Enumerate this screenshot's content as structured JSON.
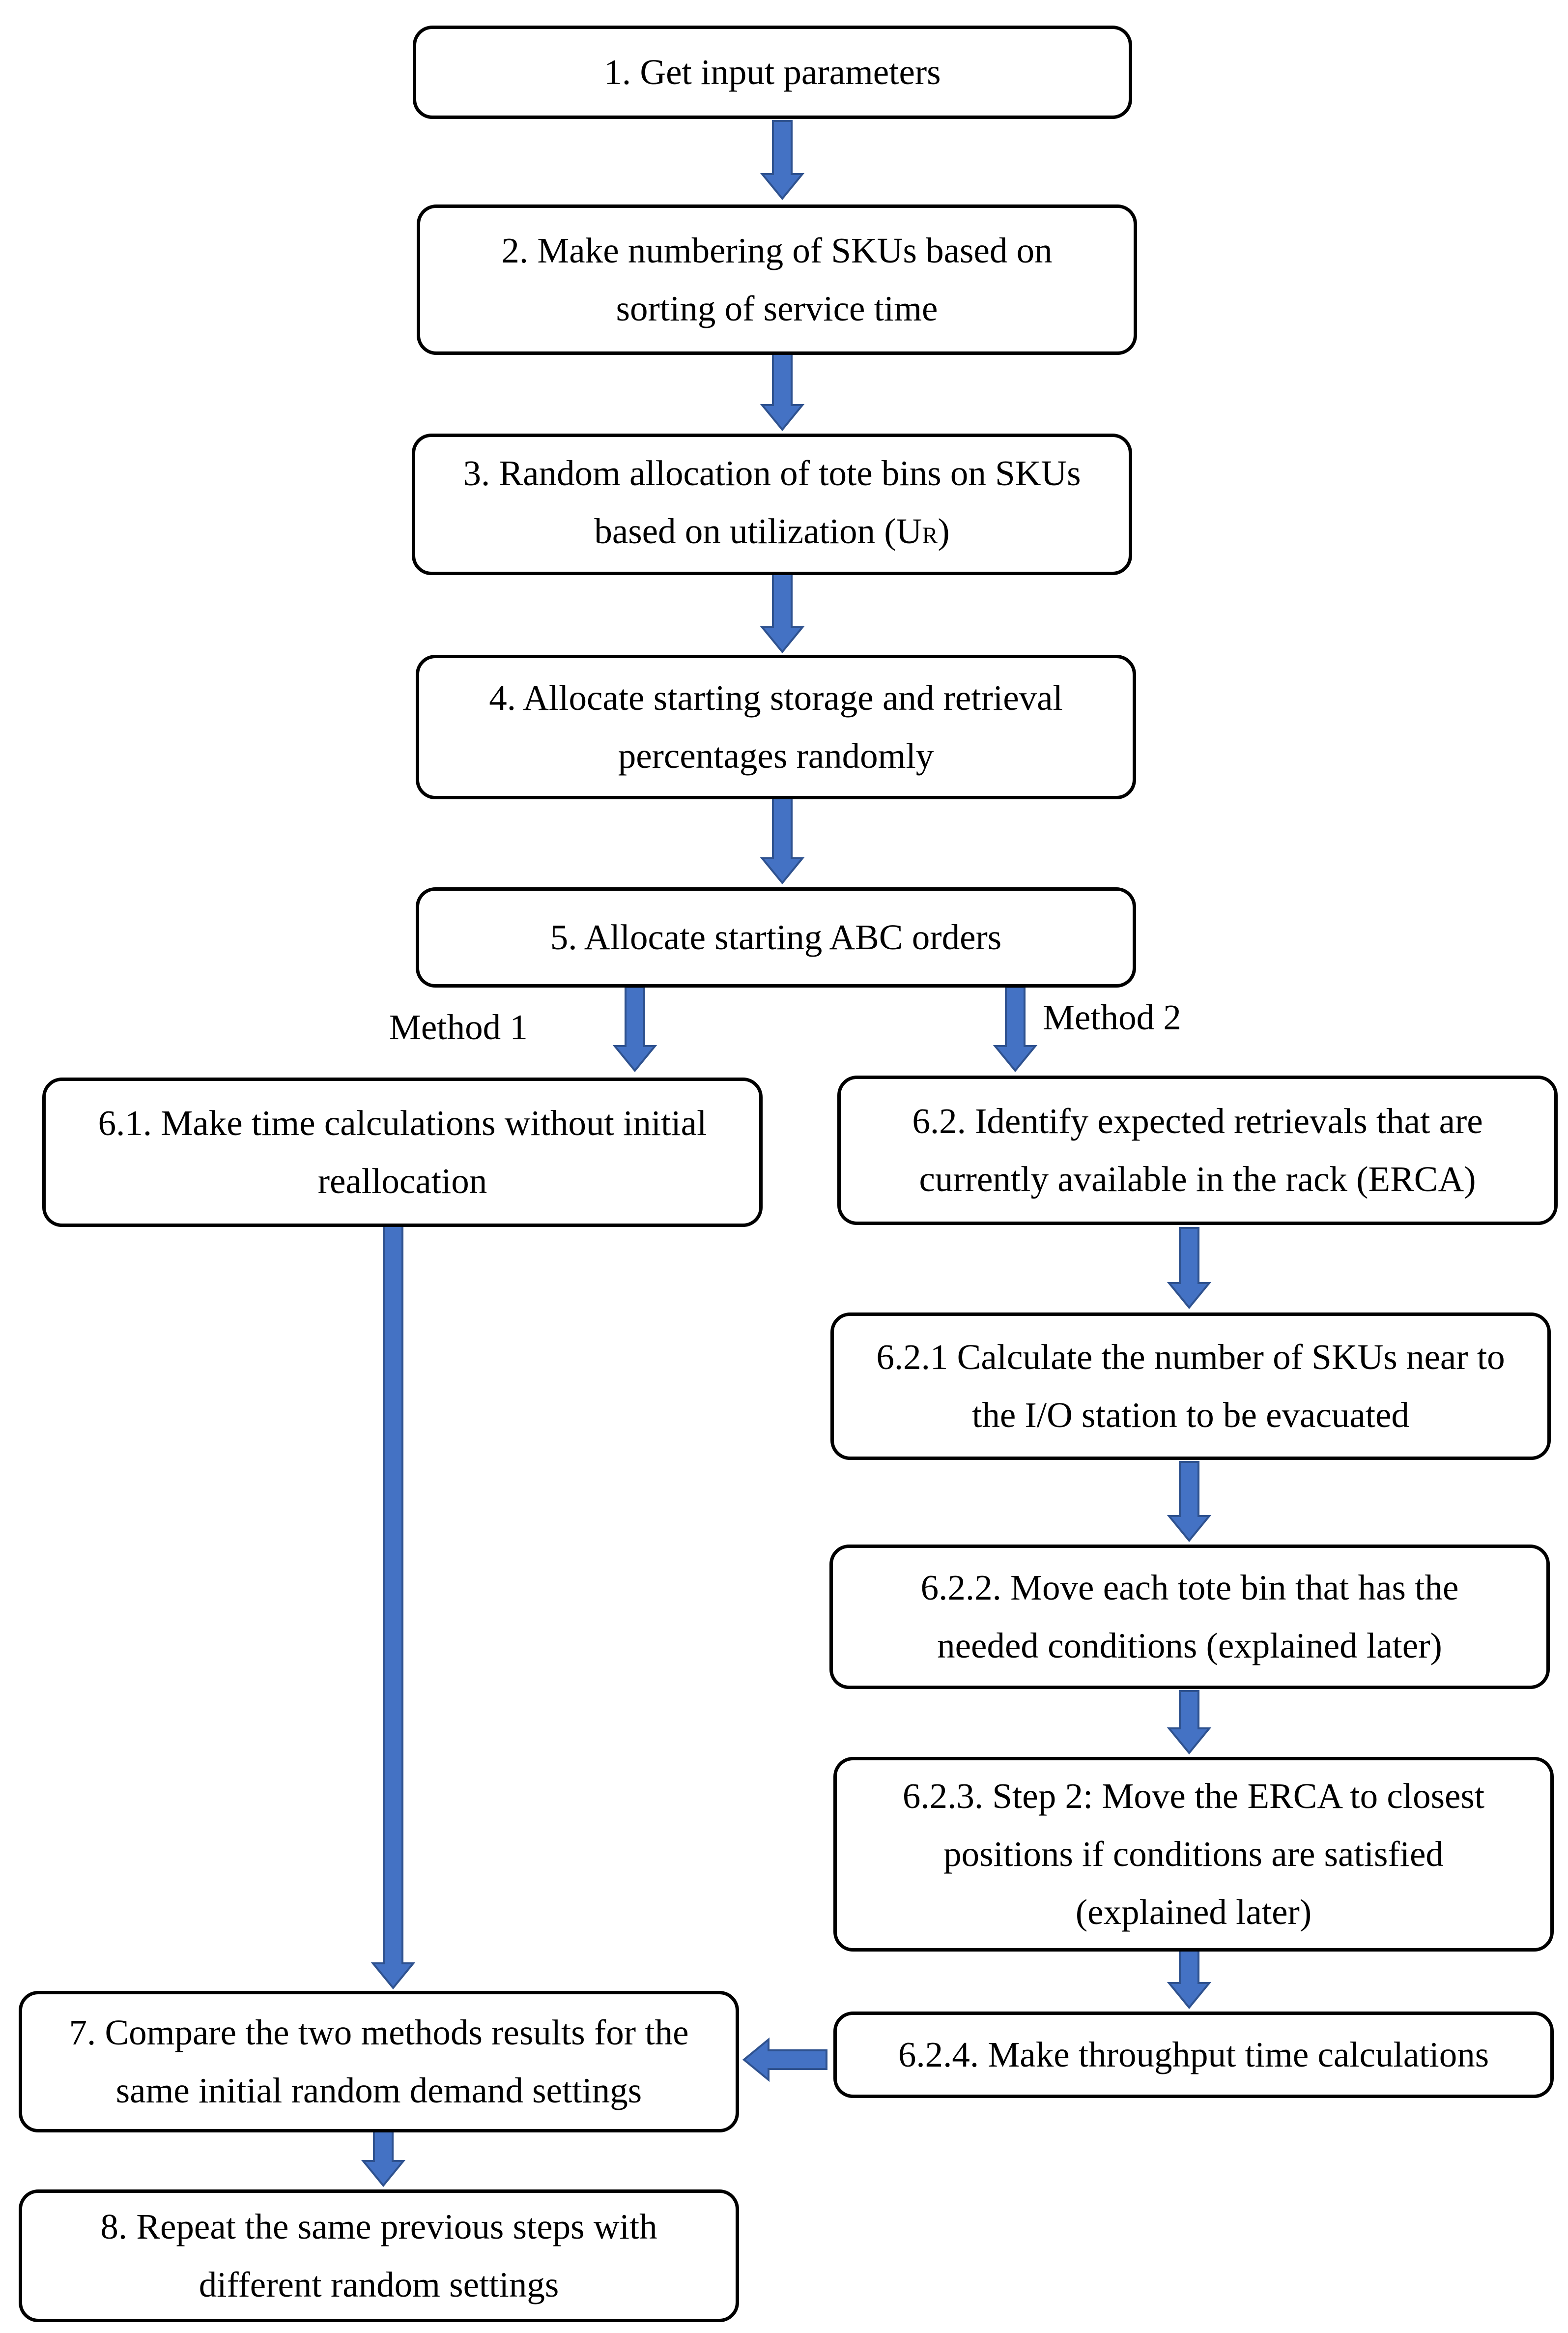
{
  "colors": {
    "arrow": "#4472C4",
    "arrow_edge": "#2F528F",
    "border": "#000000"
  },
  "steps": {
    "s1": "1. Get input parameters",
    "s2": "2. Make numbering of SKUs based on\nsorting of service time",
    "s3a": "3. Random allocation of tote bins on SKUs\nbased on utilization (U",
    "s3sub": "R",
    "s3b": ")",
    "s4": "4. Allocate starting storage and retrieval\npercentages randomly",
    "s5": "5. Allocate starting ABC orders",
    "s61": "6.1. Make time calculations without initial\nreallocation",
    "s62": "6.2. Identify expected retrievals that are\ncurrently available in the rack (ERCA)",
    "s621": "6.2.1 Calculate the number of SKUs near to\nthe I/O station to be evacuated",
    "s622": "6.2.2. Move each tote bin that has the\nneeded conditions (explained later)",
    "s623": "6.2.3. Step 2: Move the ERCA to closest\npositions if conditions are satisfied\n(explained later)",
    "s624": "6.2.4. Make throughput time calculations",
    "s7": "7. Compare the two methods results for the\nsame initial random demand settings",
    "s8": "8. Repeat the same previous steps with\ndifferent random settings"
  },
  "branch_labels": {
    "method1": "Method 1",
    "method2": "Method 2"
  }
}
